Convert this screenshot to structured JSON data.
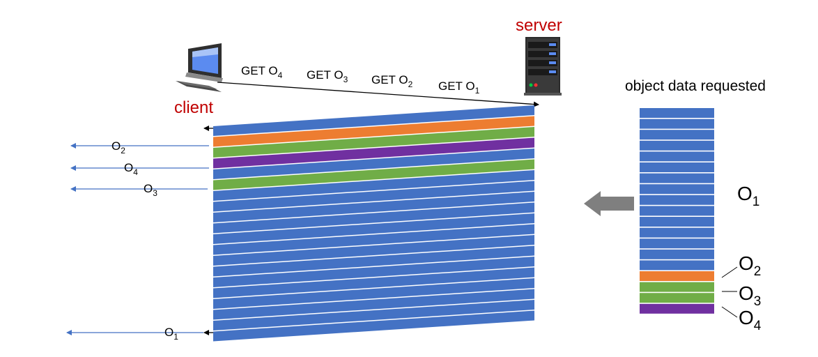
{
  "labels": {
    "server": "server",
    "client": "client",
    "object_data_requested": "object data requested"
  },
  "requests": [
    {
      "text": "GET O",
      "sub": "4"
    },
    {
      "text": "GET O",
      "sub": "3"
    },
    {
      "text": "GET O",
      "sub": "2"
    },
    {
      "text": "GET O",
      "sub": "1"
    }
  ],
  "left_arrivals": [
    {
      "text": "O",
      "sub": "2"
    },
    {
      "text": "O",
      "sub": "4"
    },
    {
      "text": "O",
      "sub": "3"
    },
    {
      "text": "O",
      "sub": "1"
    }
  ],
  "stack_labels": [
    {
      "text": "O",
      "sub": "1"
    },
    {
      "text": "O",
      "sub": "2"
    },
    {
      "text": "O",
      "sub": "3"
    },
    {
      "text": "O",
      "sub": "4"
    }
  ],
  "colors": {
    "O1": "#4472c4",
    "O2": "#ed7d31",
    "O3": "#70ad47",
    "O4": "#7030a0",
    "arrow": "#4472c4",
    "big_arrow": "#7f7f7f",
    "label_red": "#c00000"
  },
  "transmission_band_sequence": [
    "O1",
    "O2",
    "O3",
    "O4",
    "O1",
    "O3",
    "O1",
    "O1",
    "O1",
    "O1",
    "O1",
    "O1",
    "O1",
    "O1",
    "O1",
    "O1",
    "O1",
    "O1",
    "O1",
    "O1"
  ],
  "object_stack_sequence": [
    "O1",
    "O1",
    "O1",
    "O1",
    "O1",
    "O1",
    "O1",
    "O1",
    "O1",
    "O1",
    "O1",
    "O1",
    "O1",
    "O1",
    "O1",
    "O2",
    "O3",
    "O3",
    "O4"
  ],
  "icons": [
    "server-icon",
    "computer-icon",
    "big-left-arrow-icon"
  ]
}
